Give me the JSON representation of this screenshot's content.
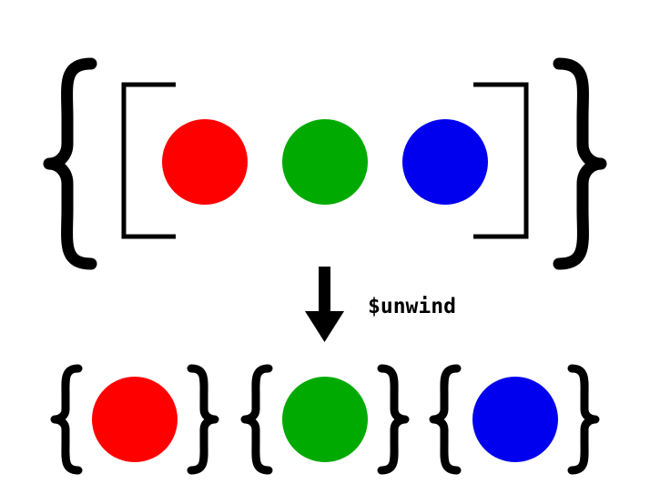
{
  "operation": {
    "label": "$unwind"
  },
  "input_document": {
    "array": [
      {
        "color": "#ff0000",
        "name": "red"
      },
      {
        "color": "#00aa00",
        "name": "green"
      },
      {
        "color": "#0000ee",
        "name": "blue"
      }
    ]
  },
  "output_documents": [
    {
      "color": "#ff0000",
      "name": "red"
    },
    {
      "color": "#00aa00",
      "name": "green"
    },
    {
      "color": "#0000ee",
      "name": "blue"
    }
  ],
  "colors": {
    "ink": "#000000",
    "background": "#ffffff"
  }
}
